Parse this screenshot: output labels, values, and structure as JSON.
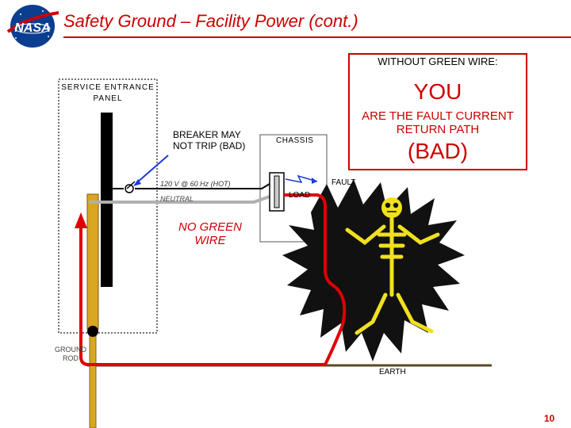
{
  "header": {
    "logo_text": "NASA",
    "title": "Safety Ground – Facility Power (cont.)"
  },
  "callout": {
    "heading": "WITHOUT GREEN WIRE:",
    "you": "YOU",
    "description": "ARE THE FAULT CURRENT RETURN PATH",
    "verdict": "(BAD)"
  },
  "diagram": {
    "service_panel_label": "SERVICE ENTRANCE PANEL",
    "breaker_label": "BREAKER MAY NOT TRIP (BAD)",
    "chassis_label": "CHASSIS",
    "fault_label": "FAULT",
    "hot_label": "120 V @ 60 Hz (HOT)",
    "neutral_label": "NEUTRAL",
    "load_label": "LOAD",
    "no_green_wire_label": "NO GREEN WIRE",
    "ground_rod_label": "GROUND ROD",
    "earth_label": "EARTH"
  },
  "colors": {
    "accent": "#cc0000",
    "fault_path": "#e00000",
    "bus_bar": "#d9a621",
    "neutral_wire": "#b0b0b0",
    "hot_wire": "#000000"
  },
  "footer": {
    "page_number": "10"
  }
}
